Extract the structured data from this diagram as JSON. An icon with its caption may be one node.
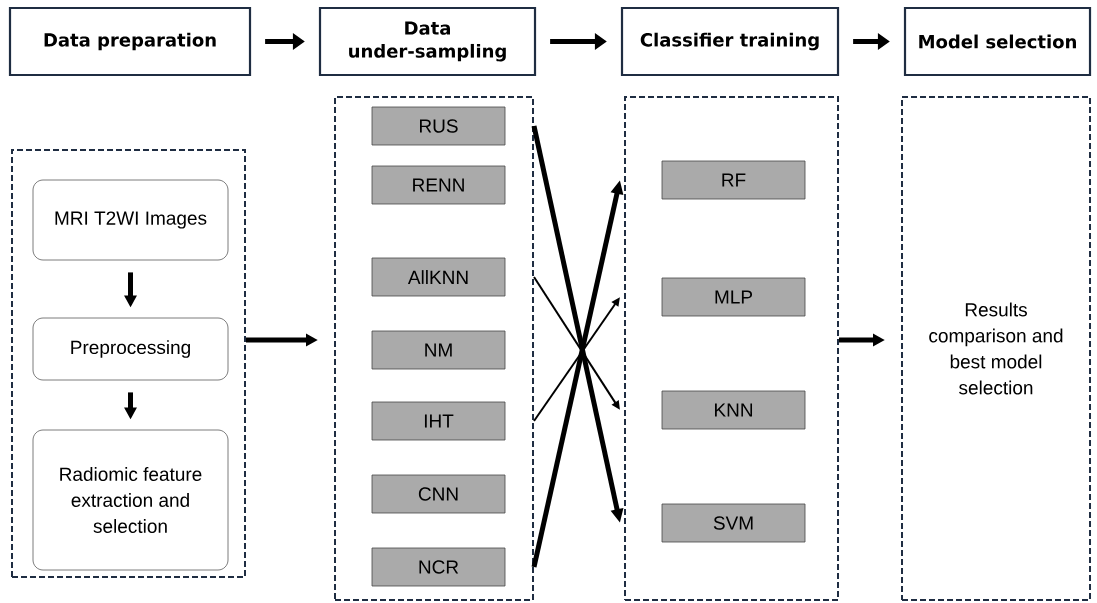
{
  "diagram": {
    "nodes": [
      {
        "text": [
          "Data preparation"
        ]
      },
      {
        "text": [
          "Data under-sampling"
        ]
      },
      {
        "text": [
          "Classifier training"
        ]
      },
      {
        "text": [
          "Model selection"
        ]
      },
      {
        "text": [],
        "shape": "box"
      },
      {
        "text": [
          "MRI T2WI Images"
        ],
        "in": 4
      },
      {
        "text": [
          "Preprocessing"
        ],
        "in": 4
      },
      {
        "text": [
          "Radiomic feature extraction and selection"
        ],
        "in": 4
      },
      {
        "text": [],
        "shape": "box"
      },
      {
        "text": [
          "RUS"
        ],
        "in": 8
      },
      {
        "text": [
          "RENN"
        ],
        "in": 8
      },
      {
        "text": [
          "AllKNN"
        ],
        "in": 8
      },
      {
        "text": [
          "NM"
        ],
        "in": 8
      },
      {
        "text": [
          "IHT"
        ],
        "in": 8
      },
      {
        "text": [
          "CNN"
        ],
        "in": 8
      },
      {
        "text": [
          "NCR"
        ],
        "in": 8
      },
      {
        "text": [],
        "shape": "box"
      },
      {
        "text": [
          "RF"
        ],
        "in": 16
      },
      {
        "text": [
          "MLP"
        ],
        "in": 16
      },
      {
        "text": [
          "KNN"
        ],
        "in": 16
      },
      {
        "text": [
          "SVM"
        ],
        "in": 16
      },
      {
        "text": [
          "Results comparison and best model selection"
        ]
      }
    ],
    "edges": [
      {
        "from": 0,
        "to": 1,
        "arrow": "to"
      },
      {
        "from": 1,
        "to": 2,
        "arrow": "to"
      },
      {
        "from": 2,
        "to": 3,
        "arrow": "to"
      },
      {
        "from": 5,
        "to": 6,
        "arrow": "to"
      },
      {
        "from": 6,
        "to": 7,
        "arrow": "to"
      },
      {
        "from": 4,
        "to": 8,
        "arrow": "to"
      },
      {
        "from": 9,
        "to": 20,
        "arrow": "to"
      },
      {
        "from": 11,
        "to": 19,
        "arrow": "to"
      },
      {
        "from": 13,
        "to": 18,
        "arrow": "to"
      },
      {
        "from": 15,
        "to": 17,
        "arrow": "to"
      },
      {
        "from": 16,
        "to": 21,
        "arrow": "to"
      }
    ]
  }
}
